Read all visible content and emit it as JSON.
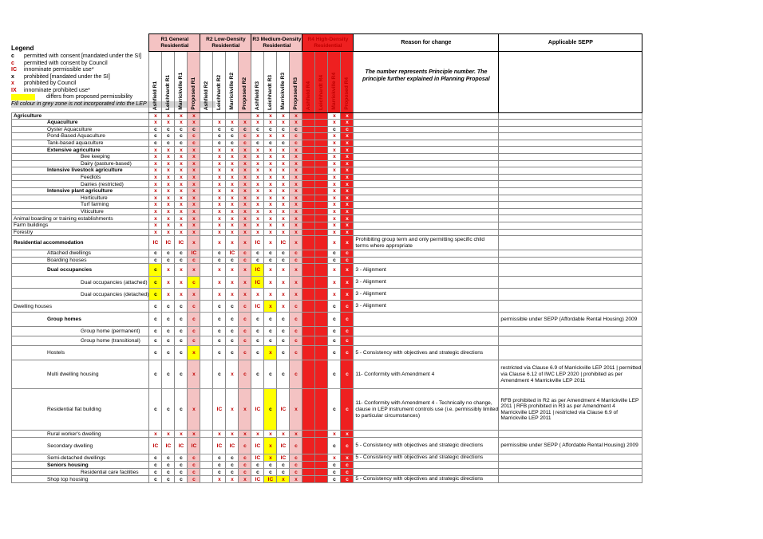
{
  "legend": {
    "title": "Legend",
    "items": [
      {
        "sym": "c",
        "color": "black",
        "text": "permitted with consent [mandated under the SI]"
      },
      {
        "sym": "c",
        "color": "red",
        "text": "permitted with consent by Council"
      },
      {
        "sym": "IC",
        "color": "red",
        "text": "innominate permissible use*"
      },
      {
        "sym": "x",
        "color": "black",
        "text": "prohibited [mandated under the SI]"
      },
      {
        "sym": "x",
        "color": "red",
        "text": "prohibited by Council"
      },
      {
        "sym": "IX",
        "color": "red",
        "text": "innominate prohibited use*"
      },
      {
        "sym": "",
        "color": "yellow",
        "text": "differs from proposed permissibility"
      }
    ],
    "grey_note": "Fill colour in grey zone is not incorporated into the LEP"
  },
  "header": {
    "groups": [
      "R1 General Residential",
      "R2 Low-Density Residential",
      "R3 Medium-Density Residential",
      "R4 High-Density Residential"
    ],
    "columns": [
      [
        "Ashfield R1",
        "Leichhardt R1",
        "Marrickville R1",
        "Proposed R1"
      ],
      [
        "Ashfield R2",
        "Leichhardt R2",
        "Marrickville R2",
        "Proposed R2"
      ],
      [
        "Ashfield R3",
        "Leichhardt R3",
        "Marrickville R3",
        "Proposed R3"
      ],
      [
        "Ashfield R4",
        "Leichhardt R4",
        "Marrickville R4",
        "Proposed R4"
      ]
    ],
    "reason_title": "Reason for change",
    "sepp_title": "Applicable SEPP",
    "reason_note": "The number represents Principle number. The principle further explained in Planning Proposal"
  },
  "rows": [
    {
      "label": "Agriculture",
      "indent": 0,
      "bold": true,
      "h": 8,
      "cells": [
        "x",
        "x",
        "x",
        "x",
        "",
        "",
        "",
        "",
        "x",
        "x",
        "x",
        "x",
        "",
        "",
        "x",
        "x"
      ],
      "reason": "",
      "sepp": ""
    },
    {
      "label": "Aquaculture",
      "indent": 1,
      "bold": true,
      "h": 8.6,
      "cells": [
        "x",
        "x",
        "x",
        "x",
        "",
        "x",
        "x",
        "x",
        "x",
        "x",
        "x",
        "x",
        "",
        "",
        "x",
        "x"
      ],
      "reason": "",
      "sepp": ""
    },
    {
      "label": "Oyster Aquaculture",
      "indent": 1,
      "bold": false,
      "h": 8.6,
      "cells": [
        "c",
        "c",
        "c",
        "c",
        "",
        "c",
        "c",
        "c",
        "c",
        "c",
        "c",
        "c",
        "",
        "",
        "c",
        "c"
      ],
      "reason": "",
      "sepp": ""
    },
    {
      "label": "Pond-Based Aquaculture",
      "indent": 1,
      "bold": false,
      "h": 8.6,
      "cells": [
        "c",
        "c",
        "c",
        "c",
        "",
        "c",
        "c",
        "c",
        "x",
        "x",
        "x",
        "c",
        "",
        "",
        "x",
        "x"
      ],
      "reason": "",
      "sepp": ""
    },
    {
      "label": "Tank-based aquaculture",
      "indent": 1,
      "bold": false,
      "h": 8.6,
      "cells": [
        "c",
        "c",
        "c",
        "c",
        "",
        "c",
        "c",
        "c",
        "c",
        "c",
        "c",
        "c",
        "",
        "",
        "x",
        "x"
      ],
      "reason": "",
      "sepp": ""
    },
    {
      "label": "Extensive agriculture",
      "indent": 1,
      "bold": true,
      "h": 8.6,
      "cells": [
        "x",
        "x",
        "x",
        "x",
        "",
        "x",
        "x",
        "x",
        "x",
        "x",
        "x",
        "x",
        "",
        "",
        "x",
        "x"
      ],
      "reason": "",
      "sepp": ""
    },
    {
      "label": "Bee keeping",
      "indent": 2,
      "bold": false,
      "h": 8.6,
      "cells": [
        "x",
        "x",
        "x",
        "x",
        "",
        "x",
        "x",
        "x",
        "x",
        "x",
        "x",
        "x",
        "",
        "",
        "x",
        "x"
      ],
      "reason": "",
      "sepp": ""
    },
    {
      "label": "Dairy (pasture-based)",
      "indent": 2,
      "bold": false,
      "h": 8.6,
      "cells": [
        "x",
        "x",
        "x",
        "x",
        "",
        "x",
        "x",
        "x",
        "x",
        "x",
        "x",
        "x",
        "",
        "",
        "x",
        "x"
      ],
      "reason": "",
      "sepp": ""
    },
    {
      "label": "Intensive livestock agriculture",
      "indent": 1,
      "bold": true,
      "h": 8.6,
      "cells": [
        "x",
        "x",
        "x",
        "x",
        "",
        "x",
        "x",
        "x",
        "x",
        "x",
        "x",
        "x",
        "",
        "",
        "x",
        "x"
      ],
      "reason": "",
      "sepp": ""
    },
    {
      "label": "Feedlots",
      "indent": 2,
      "bold": false,
      "h": 8.6,
      "cells": [
        "x",
        "x",
        "x",
        "x",
        "",
        "x",
        "x",
        "x",
        "x",
        "x",
        "x",
        "x",
        "",
        "",
        "x",
        "x"
      ],
      "reason": "",
      "sepp": ""
    },
    {
      "label": "Dairies (restricted)",
      "indent": 2,
      "bold": false,
      "h": 8.6,
      "cells": [
        "x",
        "x",
        "x",
        "x",
        "",
        "x",
        "x",
        "x",
        "x",
        "x",
        "x",
        "x",
        "",
        "",
        "x",
        "x"
      ],
      "reason": "",
      "sepp": ""
    },
    {
      "label": "Intensive plant agriculture",
      "indent": 1,
      "bold": true,
      "h": 8.6,
      "cells": [
        "x",
        "x",
        "x",
        "x",
        "",
        "x",
        "x",
        "x",
        "x",
        "x",
        "x",
        "x",
        "",
        "",
        "x",
        "x"
      ],
      "reason": "",
      "sepp": ""
    },
    {
      "label": "Horticulture",
      "indent": 2,
      "bold": false,
      "h": 8.6,
      "cells": [
        "x",
        "x",
        "x",
        "x",
        "",
        "x",
        "x",
        "x",
        "x",
        "x",
        "x",
        "x",
        "",
        "",
        "x",
        "x"
      ],
      "reason": "",
      "sepp": ""
    },
    {
      "label": "Turf farming",
      "indent": 2,
      "bold": false,
      "h": 8.6,
      "cells": [
        "x",
        "x",
        "x",
        "x",
        "",
        "x",
        "x",
        "x",
        "x",
        "x",
        "x",
        "x",
        "",
        "",
        "x",
        "x"
      ],
      "reason": "",
      "sepp": ""
    },
    {
      "label": "Viticulture",
      "indent": 2,
      "bold": false,
      "h": 8.6,
      "cells": [
        "x",
        "x",
        "x",
        "x",
        "",
        "x",
        "x",
        "x",
        "x",
        "x",
        "x",
        "x",
        "",
        "",
        "x",
        "x"
      ],
      "reason": "",
      "sepp": ""
    },
    {
      "label": "Animal boarding or training establishments",
      "indent": 0,
      "bold": false,
      "h": 8.6,
      "cells": [
        "x",
        "x",
        "x",
        "x",
        "",
        "x",
        "x",
        "x",
        "x",
        "x",
        "x",
        "x",
        "",
        "",
        "x",
        "x"
      ],
      "reason": "",
      "sepp": ""
    },
    {
      "label": "Farm buildings",
      "indent": 0,
      "bold": false,
      "h": 8.6,
      "cells": [
        "x",
        "x",
        "x",
        "x",
        "",
        "x",
        "x",
        "x",
        "x",
        "x",
        "x",
        "x",
        "",
        "",
        "x",
        "x"
      ],
      "reason": "",
      "sepp": ""
    },
    {
      "label": "Forestry",
      "indent": 0,
      "bold": false,
      "h": 8.6,
      "cells": [
        "x",
        "x",
        "x",
        "x",
        "",
        "x",
        "x",
        "x",
        "x",
        "x",
        "x",
        "x",
        "",
        "",
        "x",
        "x"
      ],
      "reason": "",
      "sepp": ""
    },
    {
      "label": "Residential accommodation",
      "indent": 0,
      "bold": true,
      "h": 18,
      "cells": [
        "IC",
        "IC",
        "IC",
        "x",
        "",
        "x",
        "x",
        "x",
        "IC",
        "x",
        "IC",
        "x",
        "",
        "",
        "x",
        "x"
      ],
      "reason": "Prohibiting group term and only permitting specific child terms where appropriate",
      "sepp": ""
    },
    {
      "label": "Attached dwellings",
      "indent": 1,
      "bold": false,
      "h": 8.6,
      "cells": [
        "c",
        "c",
        "c",
        "IC",
        "",
        "c",
        "IC",
        "c",
        "c",
        "c",
        "c",
        "c",
        "",
        "",
        "c",
        "c"
      ],
      "reason": "",
      "sepp": ""
    },
    {
      "label": "Boarding houses",
      "indent": 1,
      "bold": false,
      "h": 8.6,
      "cells": [
        "c",
        "c",
        "c",
        "c",
        "",
        "c",
        "c",
        "c",
        "c",
        "c",
        "c",
        "c",
        "",
        "",
        "c",
        "c"
      ],
      "reason": "",
      "sepp": ""
    },
    {
      "label": "Dual occupancies",
      "indent": 1,
      "bold": true,
      "h": 16,
      "cells": [
        "c",
        "x",
        "x",
        "x",
        "",
        "x",
        "x",
        "x",
        "IC",
        "x",
        "x",
        "x",
        "",
        "",
        "x",
        "x"
      ],
      "reason": "3 -  Alignment",
      "sepp": ""
    },
    {
      "label": "Dual occupancies (attached)",
      "indent": 2,
      "bold": false,
      "h": 15,
      "cells": [
        "c",
        "x",
        "x",
        "c",
        "",
        "x",
        "x",
        "x",
        "IC",
        "x",
        "x",
        "x",
        "",
        "",
        "x",
        "x"
      ],
      "reason": "3 -  Alignment",
      "sepp": ""
    },
    {
      "label": "Dual occupancies (detached)",
      "indent": 2,
      "bold": false,
      "h": 15,
      "cells": [
        "c",
        "x",
        "x",
        "x",
        "",
        "x",
        "x",
        "x",
        "x",
        "x",
        "x",
        "x",
        "",
        "",
        "x",
        "x"
      ],
      "reason": "3 -  Alignment",
      "sepp": ""
    },
    {
      "label": "Dwelling houses",
      "indent": 0,
      "bold": false,
      "h": 15,
      "cells": [
        "c",
        "c",
        "c",
        "c",
        "",
        "c",
        "c",
        "c",
        "IC",
        "x",
        "x",
        "c",
        "",
        "",
        "c",
        "c"
      ],
      "reason": "3 -  Alignment",
      "sepp": ""
    },
    {
      "label": "Group homes",
      "indent": 1,
      "bold": true,
      "h": 18,
      "cells": [
        "c",
        "c",
        "c",
        "c",
        "",
        "c",
        "c",
        "c",
        "c",
        "c",
        "c",
        "c",
        "",
        "",
        "c",
        "c"
      ],
      "reason": "",
      "sepp": "permissible under SEPP (Affordable Rental Housing) 2009"
    },
    {
      "label": "Group home (permanent)",
      "indent": 2,
      "bold": false,
      "h": 12,
      "cells": [
        "c",
        "c",
        "c",
        "c",
        "",
        "c",
        "c",
        "c",
        "c",
        "c",
        "c",
        "c",
        "",
        "",
        "c",
        "c"
      ],
      "reason": "",
      "sepp": ""
    },
    {
      "label": "Group home (transitional)",
      "indent": 2,
      "bold": false,
      "h": 12,
      "cells": [
        "c",
        "c",
        "c",
        "c",
        "",
        "c",
        "c",
        "c",
        "c",
        "c",
        "c",
        "c",
        "",
        "",
        "c",
        "c"
      ],
      "reason": "",
      "sepp": ""
    },
    {
      "label": "Hostels",
      "indent": 1,
      "bold": false,
      "h": 18,
      "cells": [
        "c",
        "c",
        "c",
        "x",
        "",
        "c",
        "c",
        "c",
        "c",
        "x",
        "c",
        "c",
        "",
        "",
        "c",
        "c"
      ],
      "reason": "5 - Consistency with objectives and strategic directions",
      "sepp": ""
    },
    {
      "label": "Multi dwelling housing",
      "indent": 1,
      "bold": false,
      "h": 36,
      "cells": [
        "c",
        "c",
        "c",
        "x",
        "",
        "c",
        "x",
        "c",
        "c",
        "c",
        "c",
        "c",
        "",
        "",
        "c",
        "c"
      ],
      "reason": "11- Conformity with Amendment 4",
      "sepp": "restricted via Clause 6.9 of Marrickville LEP 2011 | permitted via Clause 6.12 of IWC LEP 2020 | prohibited as per Amendment 4 Marrickville LEP 2011"
    },
    {
      "label": "Residential flat building",
      "indent": 1,
      "bold": false,
      "h": 52,
      "cells": [
        "c",
        "c",
        "c",
        "x",
        "",
        "IC",
        "x",
        "x",
        "IC",
        "c",
        "IC",
        "x",
        "",
        "",
        "c",
        "c"
      ],
      "reason": "11- Conformity with Amendment 4 - Technically no change, clause in LEP instrument controls use (i.e. permissibly limited  to particular circumstances)",
      "sepp": "RFB prohibited in R2 as per Amendment 4 Marrickville LEP 2011 | RFB prohibited in R3 as per Amendment 4 Marrickville LEP 2011 | restricted via Clause 6.9 of Marrickville LEP 2011"
    },
    {
      "label": "Rural worker's dwelling",
      "indent": 1,
      "bold": false,
      "h": 9,
      "cells": [
        "x",
        "x",
        "x",
        "x",
        "",
        "x",
        "x",
        "x",
        "x",
        "x",
        "x",
        "x",
        "",
        "",
        "x",
        "x"
      ],
      "reason": "",
      "sepp": ""
    },
    {
      "label": "Secondary dwelling",
      "indent": 1,
      "bold": false,
      "h": 21,
      "cells": [
        "IC",
        "IC",
        "IC",
        "IC",
        "",
        "IC",
        "IC",
        "c",
        "IC",
        "x",
        "IC",
        "c",
        "",
        "",
        "c",
        "c"
      ],
      "reason": "5 - Consistency with objectives and strategic directions",
      "sepp": "permissible under SEPP ( Affordable Rental Housing) 2009"
    },
    {
      "label": "Semi-detached dwellings",
      "indent": 1,
      "bold": false,
      "h": 9,
      "cells": [
        "c",
        "c",
        "c",
        "c",
        "",
        "c",
        "c",
        "c",
        "IC",
        "x",
        "IC",
        "c",
        "",
        "",
        "x",
        "x"
      ],
      "reason": "5 - Consistency with objectives and strategic directions",
      "sepp": ""
    },
    {
      "label": "Seniors housing",
      "indent": 1,
      "bold": true,
      "h": 9,
      "cells": [
        "c",
        "c",
        "c",
        "c",
        "",
        "c",
        "c",
        "c",
        "c",
        "c",
        "c",
        "c",
        "",
        "",
        "c",
        "c"
      ],
      "reason": "",
      "sepp": ""
    },
    {
      "label": "Residential care facilities",
      "indent": 2,
      "bold": false,
      "h": 9,
      "cells": [
        "c",
        "c",
        "c",
        "c",
        "",
        "c",
        "c",
        "c",
        "c",
        "c",
        "c",
        "c",
        "",
        "",
        "c",
        "c"
      ],
      "reason": "",
      "sepp": ""
    },
    {
      "label": "Shop top housing",
      "indent": 1,
      "bold": false,
      "h": 9,
      "cells": [
        "c",
        "c",
        "c",
        "c",
        "",
        "x",
        "x",
        "x",
        "IC",
        "IC",
        "x",
        "x",
        "",
        "",
        "c",
        "c"
      ],
      "reason": "5 - Consistency with objectives and strategic directions",
      "sepp": ""
    }
  ]
}
